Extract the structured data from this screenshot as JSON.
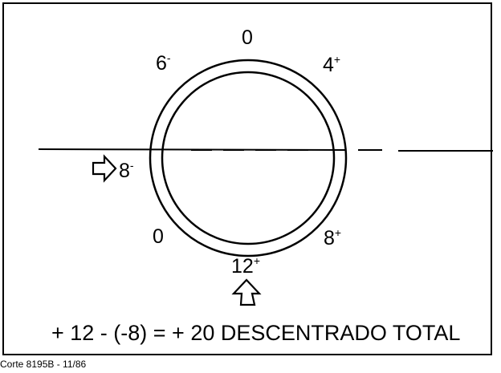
{
  "diagram": {
    "labels": {
      "top": {
        "value": "0",
        "sign": ""
      },
      "top_left": {
        "value": "6",
        "sign": "-"
      },
      "top_right": {
        "value": "4",
        "sign": "+"
      },
      "left": {
        "value": "8",
        "sign": "-"
      },
      "bottom_left": {
        "value": "0",
        "sign": ""
      },
      "bottom_right": {
        "value": "8",
        "sign": "+"
      },
      "bottom": {
        "value": "12",
        "sign": "+"
      }
    },
    "equation": "+ 12 - (-8) = + 20 DESCENTRADO TOTAL",
    "caption": "Corte 8195B - 11/86"
  }
}
